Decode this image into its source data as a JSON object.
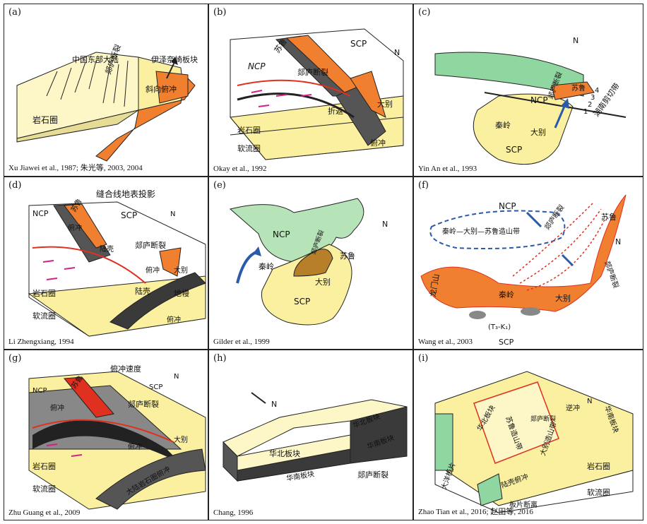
{
  "panels": [
    {
      "letter": "(a)",
      "citation": "Xu Jiawei et al., 1987; 朱光等, 2003, 2004",
      "labels": {
        "continent": "中国东部大陆",
        "plate": "伊泽奈崎板块",
        "fault": "郯庐断裂",
        "subduct": "斜向俯冲",
        "litho": "岩石圈"
      }
    },
    {
      "letter": "(b)",
      "citation": "Okay et al., 1992",
      "labels": {
        "scp": "SCP",
        "ncp": "NCP",
        "sulu": "苏鲁",
        "fault": "郯庐断裂",
        "dabie": "大别",
        "exhume": "折返",
        "litho": "岩石圈",
        "astheno": "软流圈",
        "subduct": "俯冲",
        "north": "N"
      }
    },
    {
      "letter": "(c)",
      "citation": "Yin An et al., 1993",
      "labels": {
        "ncp": "NCP",
        "fault": "郯庐断裂",
        "sulu": "苏鲁",
        "shear": "湖南剪切带",
        "qinling": "秦岭",
        "dabie": "大别",
        "scp": "SCP",
        "n1": "1",
        "n2": "2",
        "n3": "3",
        "n4": "4",
        "north": "N"
      }
    },
    {
      "letter": "(d)",
      "citation": "Li Zhengxiang, 1994",
      "labels": {
        "ncp": "NCP",
        "sulu": "苏鲁",
        "suture": "缝合线地表投影",
        "scp": "SCP",
        "north": "N",
        "subduct1": "俯冲",
        "crust1": "陆壳",
        "fault": "郯庐断裂",
        "subduct2": "俯冲",
        "dabie": "大别",
        "litho": "岩石圈",
        "crust2": "陆壳",
        "mantle": "地幔",
        "astheno": "软流圈",
        "subduct3": "俯冲"
      }
    },
    {
      "letter": "(e)",
      "citation": "Gilder et al., 1999",
      "labels": {
        "ncp": "NCP",
        "fault": "郯庐断裂",
        "sulu": "苏鲁",
        "qinling": "秦岭",
        "dabie": "大别",
        "scp": "SCP",
        "north": "N"
      }
    },
    {
      "letter": "(f)",
      "citation": "Wang et al., 2003",
      "labels": {
        "ncp": "NCP",
        "belt": "秦岭—大别—苏鲁造山带",
        "fault1": "郯庐断裂",
        "sulu": "苏鲁",
        "fault2": "郯庐断裂",
        "longmen": "龙门山",
        "qinling": "秦岭",
        "dabie": "大别",
        "basin": "(T₃-K₁)",
        "scp": "SCP",
        "north": "N"
      }
    },
    {
      "letter": "(g)",
      "citation": "Zhu Guang et al., 2009",
      "labels": {
        "speed": "俯冲速度",
        "ncp": "NCP",
        "sulu": "苏鲁",
        "scp": "SCP",
        "north": "N",
        "subduct1": "俯冲",
        "fault": "郯庐断裂",
        "subduct2": "俯冲",
        "dabie": "大别",
        "litho": "岩石圈",
        "astheno": "软流圈",
        "slab": "大陆岩石圈俯冲"
      }
    },
    {
      "letter": "(h)",
      "citation": "Chang, 1996",
      "labels": {
        "north": "N",
        "hb1": "华北板块",
        "hn1": "华南板块",
        "hb2": "华北板块",
        "hn2": "华南板块",
        "fault": "郯庐断裂"
      }
    },
    {
      "letter": "(i)",
      "citation": "Zhao Tian et al., 2016; 赵田等, 2016",
      "labels": {
        "hb1": "华北板块",
        "sulu": "苏鲁造山带",
        "fault": "郯庐断裂",
        "thrust": "逆冲",
        "north": "N",
        "hn1": "华南板块",
        "dabie": "大别造山带",
        "litho": "岩石圈",
        "crust": "陆壳俯冲",
        "slab": "大洋板片",
        "breakoff": "板片断离",
        "astheno": "软流圈"
      }
    }
  ],
  "colors": {
    "yellow": "#fbf0a0",
    "cream": "#fdf7c8",
    "orange": "#f08030",
    "green": "#8fd6a0",
    "lightgreen": "#cfeaa8",
    "gray": "#777777",
    "dark": "#3a3a3a",
    "red": "#e03020",
    "magenta": "#d0208a",
    "blue": "#2a5aa8",
    "brown": "#b87f2a"
  }
}
